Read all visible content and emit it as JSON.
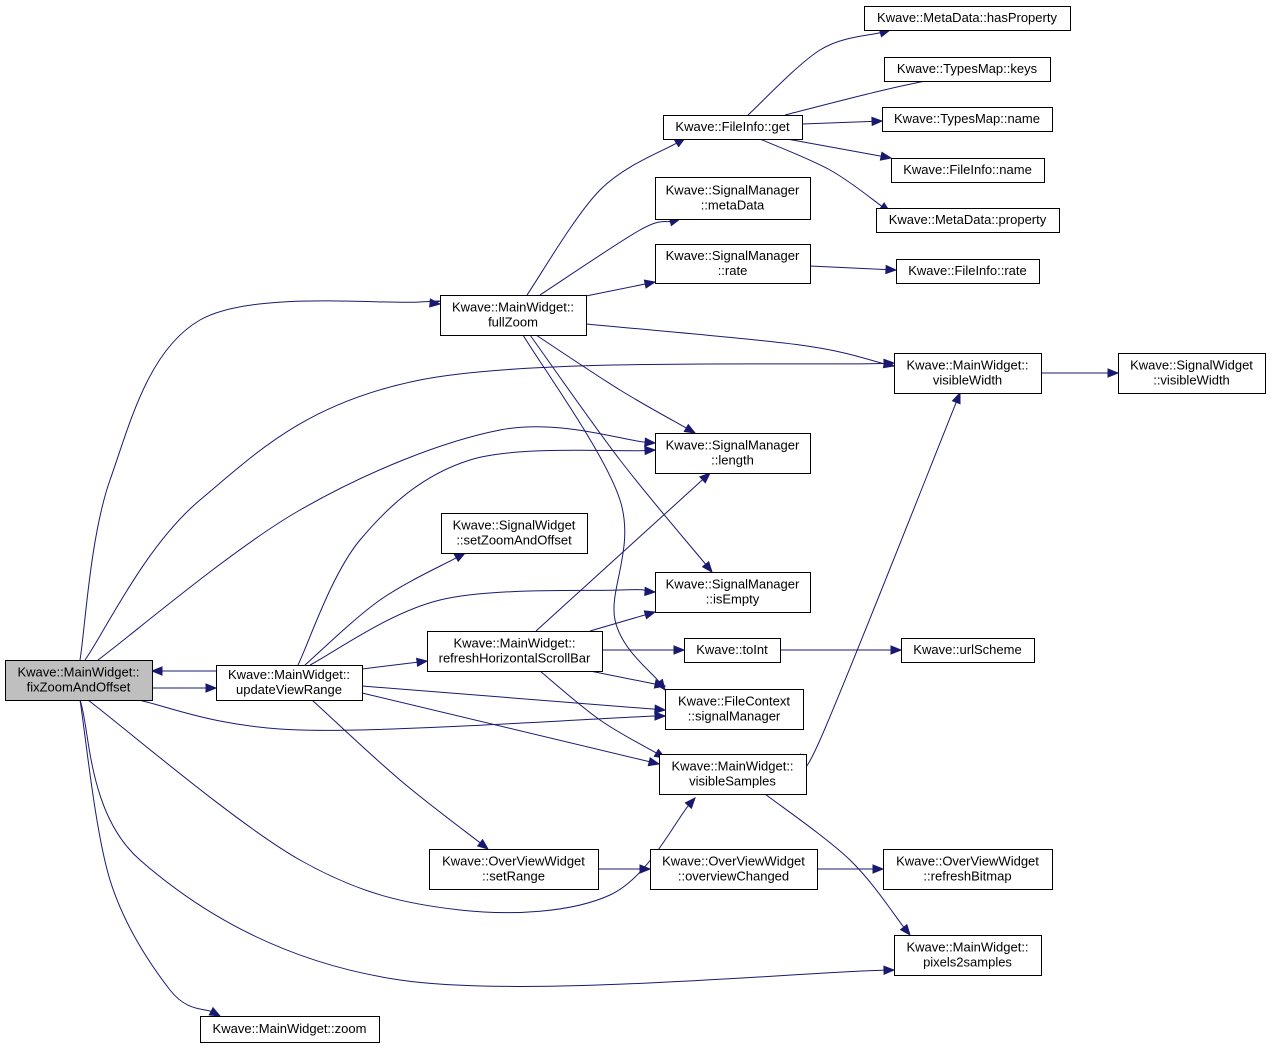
{
  "diagram": {
    "nodes": [
      {
        "id": "fixZoomAndOffset",
        "lines": [
          "Kwave::MainWidget::",
          "fixZoomAndOffset"
        ],
        "root": true
      },
      {
        "id": "updateViewRange",
        "lines": [
          "Kwave::MainWidget::",
          "updateViewRange"
        ]
      },
      {
        "id": "fullZoom",
        "lines": [
          "Kwave::MainWidget::",
          "fullZoom"
        ]
      },
      {
        "id": "fileInfoGet",
        "lines": [
          "Kwave::FileInfo::get"
        ]
      },
      {
        "id": "hasProperty",
        "lines": [
          "Kwave::MetaData::hasProperty"
        ]
      },
      {
        "id": "typesMapKeys",
        "lines": [
          "Kwave::TypesMap::keys"
        ]
      },
      {
        "id": "typesMapName",
        "lines": [
          "Kwave::TypesMap::name"
        ]
      },
      {
        "id": "fileInfoName",
        "lines": [
          "Kwave::FileInfo::name"
        ]
      },
      {
        "id": "metaDataProperty",
        "lines": [
          "Kwave::MetaData::property"
        ]
      },
      {
        "id": "smMetaData",
        "lines": [
          "Kwave::SignalManager",
          "::metaData"
        ]
      },
      {
        "id": "smRate",
        "lines": [
          "Kwave::SignalManager",
          "::rate"
        ]
      },
      {
        "id": "fileInfoRate",
        "lines": [
          "Kwave::FileInfo::rate"
        ]
      },
      {
        "id": "mwVisibleWidth",
        "lines": [
          "Kwave::MainWidget::",
          "visibleWidth"
        ]
      },
      {
        "id": "swVisibleWidth",
        "lines": [
          "Kwave::SignalWidget",
          "::visibleWidth"
        ]
      },
      {
        "id": "smLength",
        "lines": [
          "Kwave::SignalManager",
          "::length"
        ]
      },
      {
        "id": "swSetZoomAndOffset",
        "lines": [
          "Kwave::SignalWidget",
          "::setZoomAndOffset"
        ]
      },
      {
        "id": "smIsEmpty",
        "lines": [
          "Kwave::SignalManager",
          "::isEmpty"
        ]
      },
      {
        "id": "refreshHScroll",
        "lines": [
          "Kwave::MainWidget::",
          "refreshHorizontalScrollBar"
        ]
      },
      {
        "id": "toInt",
        "lines": [
          "Kwave::toInt"
        ]
      },
      {
        "id": "urlScheme",
        "lines": [
          "Kwave::urlScheme"
        ]
      },
      {
        "id": "fcSignalManager",
        "lines": [
          "Kwave::FileContext",
          "::signalManager"
        ]
      },
      {
        "id": "visibleSamples",
        "lines": [
          "Kwave::MainWidget::",
          "visibleSamples"
        ]
      },
      {
        "id": "ovSetRange",
        "lines": [
          "Kwave::OverViewWidget",
          "::setRange"
        ]
      },
      {
        "id": "ovOverviewChanged",
        "lines": [
          "Kwave::OverViewWidget",
          "::overviewChanged"
        ]
      },
      {
        "id": "ovRefreshBitmap",
        "lines": [
          "Kwave::OverViewWidget",
          "::refreshBitmap"
        ]
      },
      {
        "id": "pixels2samples",
        "lines": [
          "Kwave::MainWidget::",
          "pixels2samples"
        ]
      },
      {
        "id": "mwZoom",
        "lines": [
          "Kwave::MainWidget::zoom"
        ]
      }
    ],
    "edges": [
      {
        "from": "fixZoomAndOffset",
        "to": "updateViewRange"
      },
      {
        "from": "updateViewRange",
        "to": "fixZoomAndOffset"
      },
      {
        "from": "fixZoomAndOffset",
        "to": "fullZoom"
      },
      {
        "from": "fixZoomAndOffset",
        "to": "mwVisibleWidth"
      },
      {
        "from": "fixZoomAndOffset",
        "to": "smLength"
      },
      {
        "from": "fixZoomAndOffset",
        "to": "fcSignalManager"
      },
      {
        "from": "fixZoomAndOffset",
        "to": "visibleSamples"
      },
      {
        "from": "fixZoomAndOffset",
        "to": "pixels2samples"
      },
      {
        "from": "fixZoomAndOffset",
        "to": "mwZoom"
      },
      {
        "from": "fullZoom",
        "to": "fileInfoGet"
      },
      {
        "from": "fullZoom",
        "to": "smMetaData"
      },
      {
        "from": "fullZoom",
        "to": "smRate"
      },
      {
        "from": "fullZoom",
        "to": "mwVisibleWidth"
      },
      {
        "from": "fullZoom",
        "to": "smLength"
      },
      {
        "from": "fullZoom",
        "to": "smIsEmpty"
      },
      {
        "from": "fullZoom",
        "to": "fcSignalManager"
      },
      {
        "from": "fileInfoGet",
        "to": "hasProperty"
      },
      {
        "from": "fileInfoGet",
        "to": "typesMapKeys"
      },
      {
        "from": "fileInfoGet",
        "to": "typesMapName"
      },
      {
        "from": "fileInfoGet",
        "to": "fileInfoName"
      },
      {
        "from": "fileInfoGet",
        "to": "metaDataProperty"
      },
      {
        "from": "smRate",
        "to": "fileInfoRate"
      },
      {
        "from": "mwVisibleWidth",
        "to": "swVisibleWidth"
      },
      {
        "from": "updateViewRange",
        "to": "smLength"
      },
      {
        "from": "updateViewRange",
        "to": "swSetZoomAndOffset"
      },
      {
        "from": "updateViewRange",
        "to": "smIsEmpty"
      },
      {
        "from": "updateViewRange",
        "to": "refreshHScroll"
      },
      {
        "from": "updateViewRange",
        "to": "fcSignalManager"
      },
      {
        "from": "updateViewRange",
        "to": "visibleSamples"
      },
      {
        "from": "updateViewRange",
        "to": "ovSetRange"
      },
      {
        "from": "refreshHScroll",
        "to": "smLength"
      },
      {
        "from": "refreshHScroll",
        "to": "smIsEmpty"
      },
      {
        "from": "refreshHScroll",
        "to": "toInt"
      },
      {
        "from": "refreshHScroll",
        "to": "fcSignalManager"
      },
      {
        "from": "refreshHScroll",
        "to": "visibleSamples"
      },
      {
        "from": "toInt",
        "to": "urlScheme"
      },
      {
        "from": "visibleSamples",
        "to": "mwVisibleWidth"
      },
      {
        "from": "visibleSamples",
        "to": "pixels2samples"
      },
      {
        "from": "ovSetRange",
        "to": "ovOverviewChanged"
      },
      {
        "from": "ovOverviewChanged",
        "to": "ovRefreshBitmap"
      }
    ]
  }
}
